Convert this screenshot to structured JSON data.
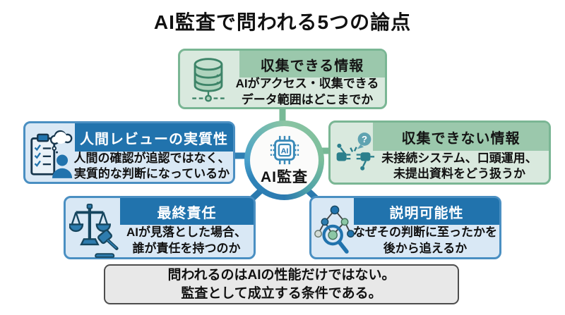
{
  "title": "AI監査で問われる5つの論点",
  "center": {
    "label": "AI監査",
    "chip_icon": "ai-chip-icon",
    "chip_text": "AI"
  },
  "boxes": {
    "top": {
      "header": "収集できる情報",
      "line1": "AIがアクセス・収集できる",
      "line2": "データ範囲はどこまでか",
      "icon": "database-icon",
      "scheme": "green"
    },
    "left": {
      "header": "人間レビューの実質性",
      "line1": "人間の確認が追認ではなく、",
      "line2": "実質的な判断になっているか",
      "icon": "clipboard-review-icon",
      "scheme": "blue"
    },
    "right": {
      "header": "収集できない情報",
      "line1": "未接続システム、口頭運用、",
      "line2": "未提出資料をどう扱うか",
      "icon": "disconnected-plug-icon",
      "question_mark": "?",
      "scheme": "green"
    },
    "bottom_left": {
      "header": "最終責任",
      "line1": "AIが見落とした場合、",
      "line2": "誰が責任を持つのか",
      "icon": "scales-gavel-icon",
      "scheme": "blue"
    },
    "bottom_right": {
      "header": "説明可能性",
      "line1": "なぜその判断に至ったかを",
      "line2": "後から追えるか",
      "icon": "tree-magnifier-icon",
      "scheme": "blue"
    }
  },
  "footer": {
    "line1": "問われるのはAIの性能だけではない。",
    "line2": "監査として成立する条件である。"
  },
  "colors": {
    "green_border": "#7ab694",
    "green_band": "#9bc8ac",
    "green_fill": "#d9e9de",
    "blue_border": "#4a8fc2",
    "blue_band": "#2173ad",
    "blue_fill": "#d9e8f5",
    "footer_fill": "#e8e8e8",
    "footer_border": "#4d4d4d",
    "connector_green": "#77b996",
    "connector_blue": "#2e7fb3"
  }
}
